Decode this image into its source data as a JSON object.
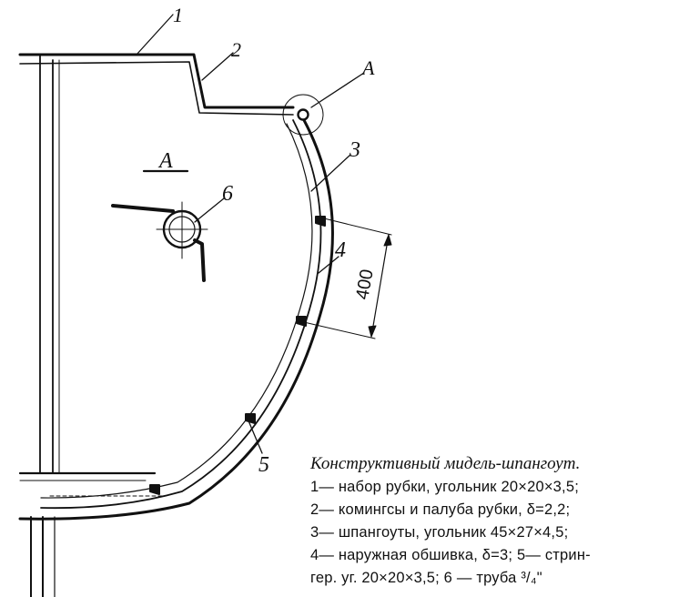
{
  "figure": {
    "callouts": [
      "1",
      "2",
      "3",
      "4",
      "5",
      "6"
    ],
    "detail_mark": "А",
    "section_mark": "А",
    "dimension": "400"
  },
  "caption": {
    "title": "Конструктивный мидель-шпангоут.",
    "lines": [
      "1— набор рубки, угольник 20×20×3,5;",
      "2— комингсы и палуба рубки, δ=2,2;",
      "3— шпангоуты, угольник 45×27×4,5;",
      "4— наружная обшивка, δ=3; 5— стрин-",
      "гер. уг. 20×20×3,5; 6 — труба ³/₄\""
    ]
  }
}
